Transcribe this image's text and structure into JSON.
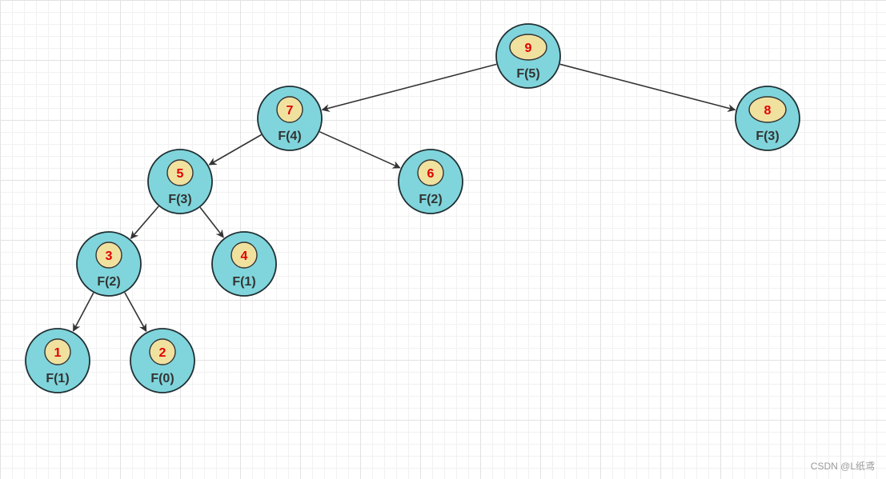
{
  "colors": {
    "node_fill": "#7fd5db",
    "node_stroke": "#1f2f33",
    "badge_fill": "#f1e19f",
    "badge_stroke": "#333333",
    "edge": "#333333",
    "order_text": "#e00000",
    "label_text": "#333333"
  },
  "nodes": [
    {
      "id": "n9",
      "label": "F(5)",
      "order": "9"
    },
    {
      "id": "n7",
      "label": "F(4)",
      "order": "7"
    },
    {
      "id": "n8",
      "label": "F(3)",
      "order": "8"
    },
    {
      "id": "n5",
      "label": "F(3)",
      "order": "5"
    },
    {
      "id": "n6",
      "label": "F(2)",
      "order": "6"
    },
    {
      "id": "n3",
      "label": "F(2)",
      "order": "3"
    },
    {
      "id": "n4",
      "label": "F(1)",
      "order": "4"
    },
    {
      "id": "n1",
      "label": "F(1)",
      "order": "1"
    },
    {
      "id": "n2",
      "label": "F(0)",
      "order": "2"
    }
  ],
  "edges": [
    {
      "from": "n9",
      "to": "n7"
    },
    {
      "from": "n9",
      "to": "n8"
    },
    {
      "from": "n7",
      "to": "n5"
    },
    {
      "from": "n7",
      "to": "n6"
    },
    {
      "from": "n5",
      "to": "n3"
    },
    {
      "from": "n5",
      "to": "n4"
    },
    {
      "from": "n3",
      "to": "n1"
    },
    {
      "from": "n3",
      "to": "n2"
    }
  ],
  "watermark": "CSDN @L纸鸢"
}
